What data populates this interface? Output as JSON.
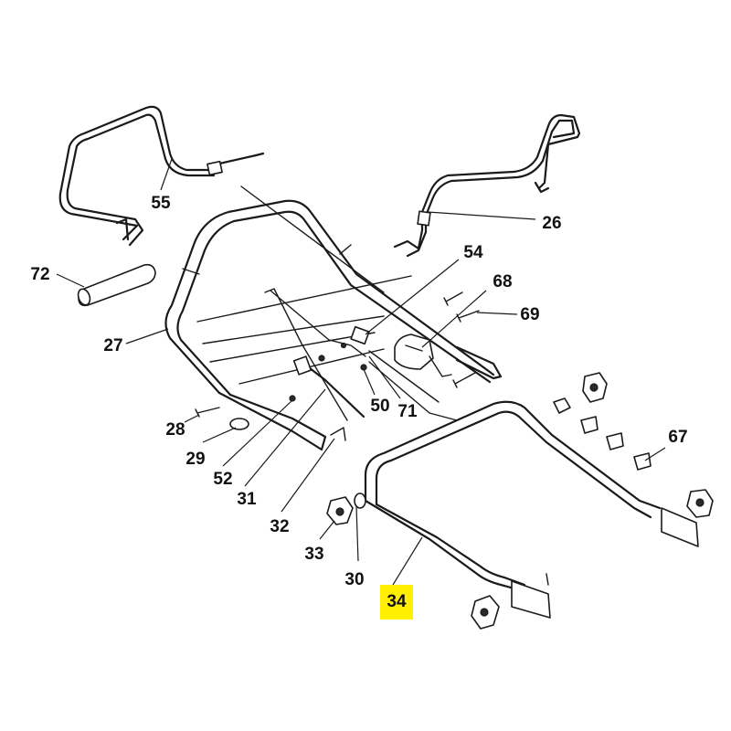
{
  "colors": {
    "line": "#1a1a1a",
    "highlight": "#ffef00",
    "background": "#ffffff"
  },
  "highlighted_part": "34",
  "callouts": [
    {
      "key": "c55",
      "label": "55"
    },
    {
      "key": "c26",
      "label": "26"
    },
    {
      "key": "c72",
      "label": "72"
    },
    {
      "key": "c54",
      "label": "54"
    },
    {
      "key": "c68",
      "label": "68"
    },
    {
      "key": "c69",
      "label": "69"
    },
    {
      "key": "c27",
      "label": "27"
    },
    {
      "key": "c50",
      "label": "50"
    },
    {
      "key": "c71",
      "label": "71"
    },
    {
      "key": "c28",
      "label": "28"
    },
    {
      "key": "c29",
      "label": "29"
    },
    {
      "key": "c52",
      "label": "52"
    },
    {
      "key": "c31",
      "label": "31"
    },
    {
      "key": "c32",
      "label": "32"
    },
    {
      "key": "c33",
      "label": "33"
    },
    {
      "key": "c30",
      "label": "30"
    },
    {
      "key": "c34",
      "label": "34"
    },
    {
      "key": "c67",
      "label": "67"
    }
  ]
}
